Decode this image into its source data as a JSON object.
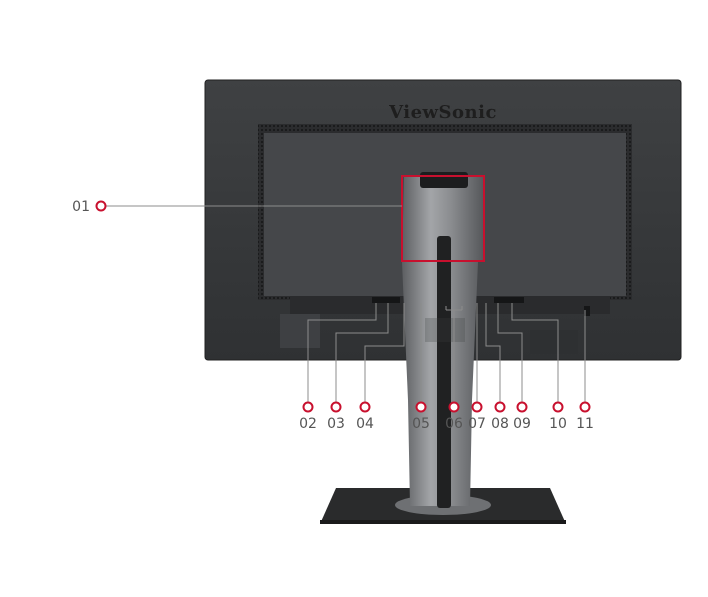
{
  "brand": {
    "logo_text": "ViewSonic"
  },
  "colors": {
    "accent": "#c8102e",
    "monitor_body": "#3a3c3e",
    "monitor_panel": "#4a4c4f",
    "stand": "#7d7f82",
    "base": "#262728",
    "leader_line": "#8c8c8c",
    "label_text": "#555555"
  },
  "callouts": [
    {
      "id": "01",
      "label": "01"
    },
    {
      "id": "02",
      "label": "02"
    },
    {
      "id": "03",
      "label": "03"
    },
    {
      "id": "04",
      "label": "04"
    },
    {
      "id": "05",
      "label": "05"
    },
    {
      "id": "06",
      "label": "06"
    },
    {
      "id": "07",
      "label": "07"
    },
    {
      "id": "08",
      "label": "08"
    },
    {
      "id": "09",
      "label": "09"
    },
    {
      "id": "10",
      "label": "10"
    },
    {
      "id": "11",
      "label": "11"
    }
  ]
}
